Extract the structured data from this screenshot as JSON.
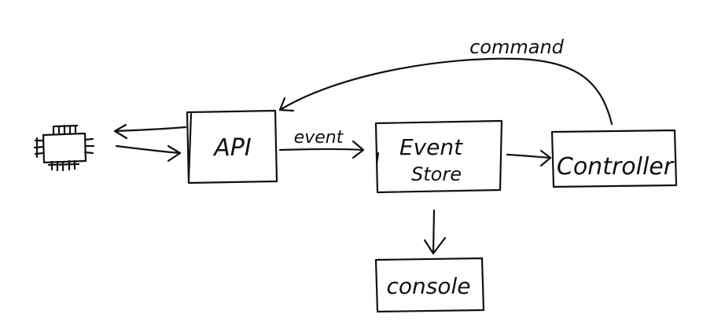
{
  "diagram": {
    "nodes": {
      "device": {
        "icon": "microchip-icon"
      },
      "api": {
        "label": "API"
      },
      "event_store": {
        "label_line1": "Event",
        "label_line2": "Store"
      },
      "controller": {
        "label": "Controller"
      },
      "console": {
        "label": "console"
      }
    },
    "edges": {
      "api_to_store": {
        "label": "event"
      },
      "controller_to_api": {
        "label": "command"
      }
    },
    "colors": {
      "ink": "#111111",
      "background": "#ffffff"
    }
  }
}
